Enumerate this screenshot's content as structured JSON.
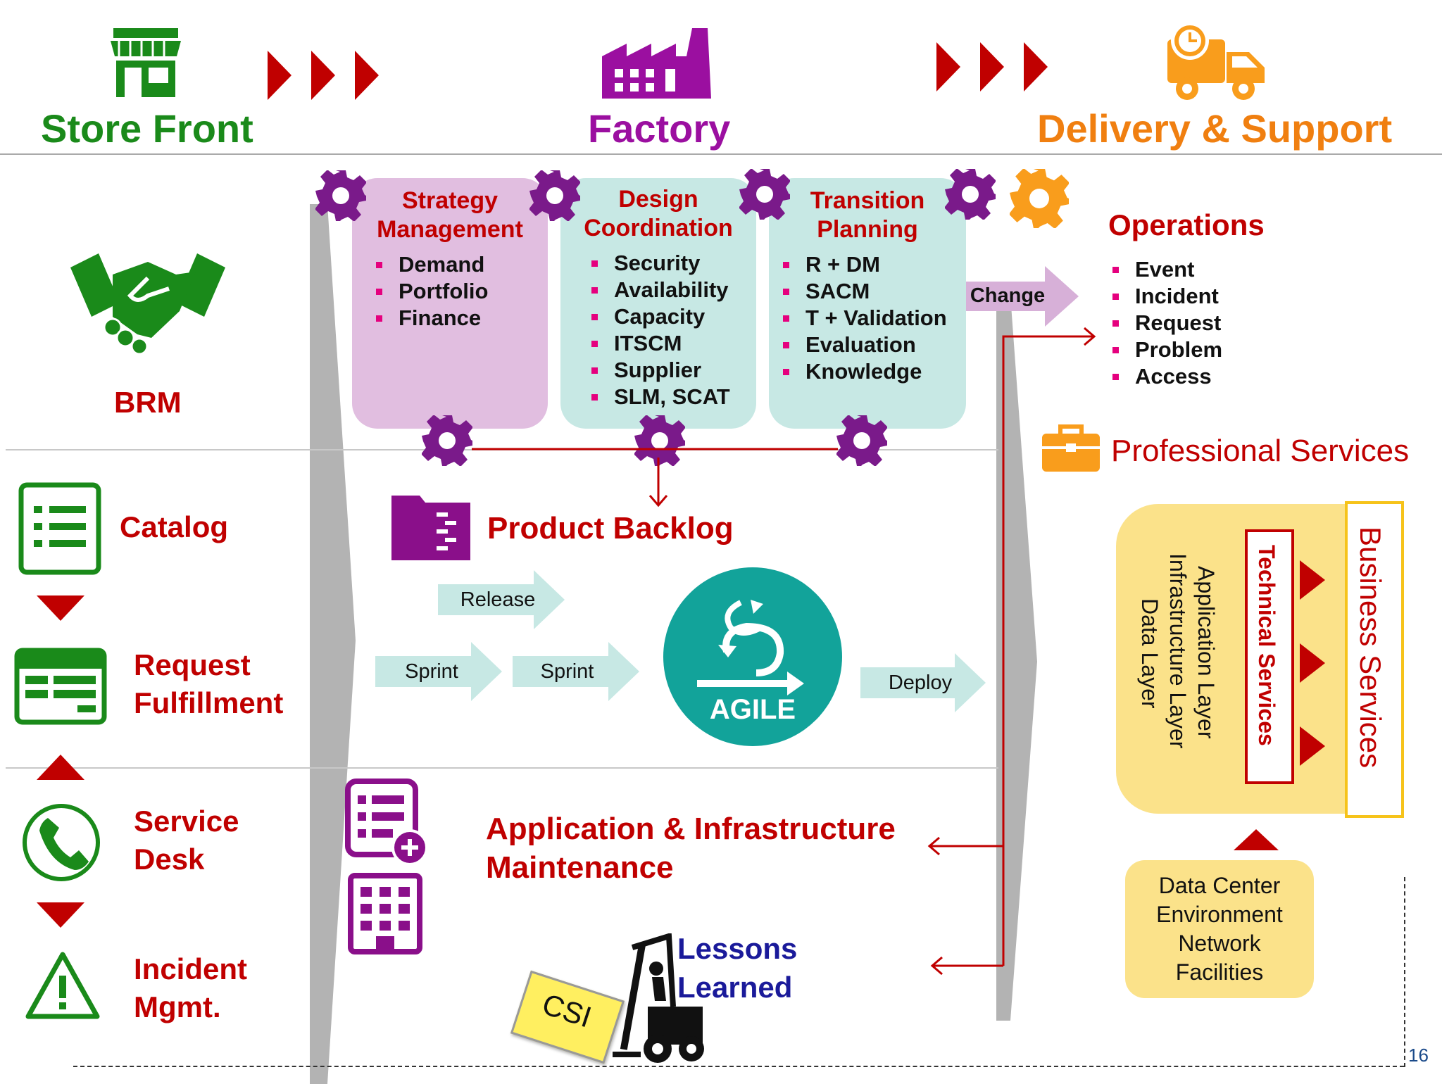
{
  "header": {
    "store_front": "Store Front",
    "factory": "Factory",
    "delivery": "Delivery & Support",
    "colors": {
      "store_front": "#1a8a1a",
      "factory": "#9b0fa0",
      "delivery": "#f07f10",
      "chevron": "#c00000"
    }
  },
  "left": {
    "brm": "BRM",
    "catalog": "Catalog",
    "request_fulfillment": [
      "Request",
      "Fulfillment"
    ],
    "service_desk": [
      "Service",
      "Desk"
    ],
    "incident_mgmt": [
      "Incident",
      "Mgmt."
    ]
  },
  "factory_boxes": [
    {
      "title": [
        "Strategy",
        "Management"
      ],
      "items": [
        "Demand",
        "Portfolio",
        "Finance"
      ]
    },
    {
      "title": [
        "Design",
        "Coordination"
      ],
      "items": [
        "Security",
        "Availability",
        "Capacity",
        "ITSCM",
        "Supplier",
        "SLM, SCAT"
      ]
    },
    {
      "title": [
        "Transition",
        "Planning"
      ],
      "items": [
        "R + DM",
        "SACM",
        "T + Validation",
        "Evaluation",
        "Knowledge"
      ]
    }
  ],
  "change_label": "Change",
  "operations": {
    "title": "Operations",
    "items": [
      "Event",
      "Incident",
      "Request",
      "Problem",
      "Access"
    ]
  },
  "professional_services": "Professional Services",
  "product_backlog": "Product Backlog",
  "agile": {
    "release": "Release",
    "sprint1": "Sprint",
    "sprint2": "Sprint",
    "agile_label": "AGILE",
    "deploy": "Deploy"
  },
  "maintenance": [
    "Application & Infrastructure",
    "Maintenance"
  ],
  "lessons_learned": [
    "Lessons",
    "Learned"
  ],
  "csi_label": "CSI",
  "services": {
    "business": "Business Services",
    "technical": "Technical Services",
    "layers": [
      "Application Layer",
      "Infrastructure Layer",
      "Data Layer"
    ]
  },
  "data_center": [
    "Data Center",
    "Environment",
    "Network",
    "Facilities"
  ],
  "page_number": "16"
}
